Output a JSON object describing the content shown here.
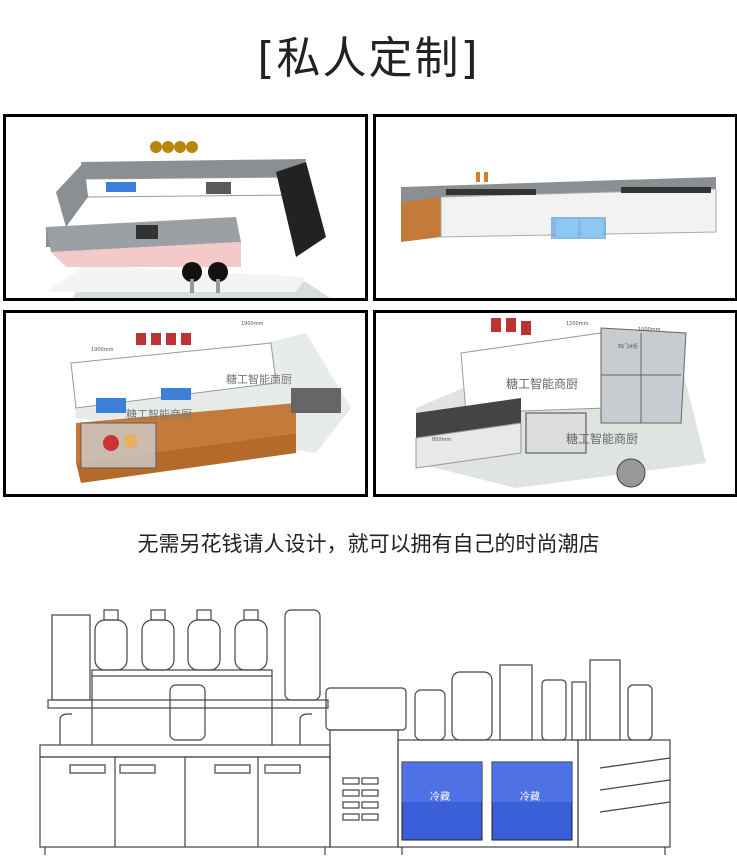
{
  "title": "[私人定制]",
  "subtitle": "无需另花钱请人设计，就可以拥有自己的时尚潮店",
  "watermark": "糖工智能商厨",
  "dimension_labels": {
    "panel3_top": "1900mm",
    "panel3_left": "1900mm",
    "panel4_top_a": "1200mm",
    "panel4_top_b": "1000mm",
    "panel4_side": "800mm",
    "panel4_fridge": "四门冰柜"
  },
  "fridge_label": "冷藏",
  "colors": {
    "counter_gray": "#8a8f94",
    "wood": "#c47a3a",
    "pink": "#f3c9c9",
    "fridge_blue": "#3a5fd8"
  }
}
